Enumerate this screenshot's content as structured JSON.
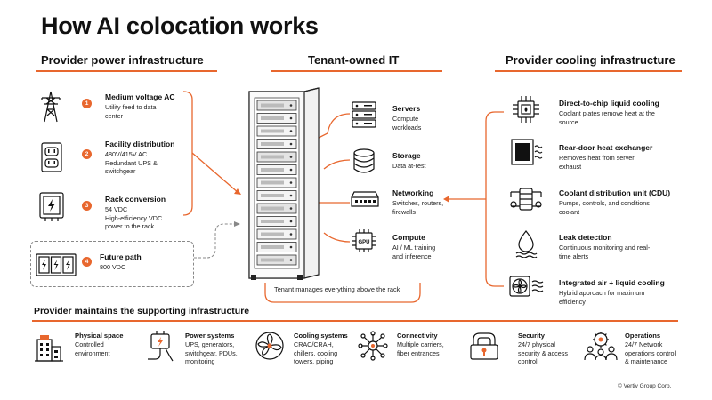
{
  "title": "How AI colocation works",
  "columns": {
    "power": "Provider power infrastructure",
    "tenant": "Tenant-owned IT",
    "cooling": "Provider cooling infrastructure"
  },
  "power_items": [
    {
      "num": "1",
      "title": "Medium voltage AC",
      "lines": [
        "Utility feed to data",
        "center"
      ],
      "icon": "transmission-tower-icon"
    },
    {
      "num": "2",
      "title": "Facility distribution",
      "lines": [
        "480V/415V AC",
        "Redundant UPS &",
        "switchgear"
      ],
      "icon": "power-outlet-icon"
    },
    {
      "num": "3",
      "title": "Rack conversion",
      "lines": [
        "54 VDC",
        "High-efficiency VDC",
        "power to the rack"
      ],
      "icon": "power-converter-icon"
    },
    {
      "num": "4",
      "title": "Future path",
      "lines": [
        "800 VDC"
      ],
      "icon": "power-shelf-icon"
    }
  ],
  "tenant_items": [
    {
      "title": "Servers",
      "lines": [
        "Compute",
        "workloads"
      ],
      "icon": "server-icon"
    },
    {
      "title": "Storage",
      "lines": [
        "Data at-rest"
      ],
      "icon": "storage-icon"
    },
    {
      "title": "Networking",
      "lines": [
        "Switches, routers,",
        "firewalls"
      ],
      "icon": "network-switch-icon"
    },
    {
      "title": "Compute",
      "lines": [
        "AI / ML training",
        "and inference"
      ],
      "icon": "gpu-chip-icon",
      "chip_label": "GPU"
    }
  ],
  "rack_caption": "Tenant manages everything above the rack",
  "cooling_items": [
    {
      "title": "Direct-to-chip liquid cooling",
      "lines": [
        "Coolant plates remove heat at the",
        "source"
      ],
      "icon": "chip-cooling-icon"
    },
    {
      "title": "Rear-door heat exchanger",
      "lines": [
        "Removes heat from server",
        "exhaust"
      ],
      "icon": "heat-exchanger-icon"
    },
    {
      "title": "Coolant distribution unit (CDU)",
      "lines": [
        "Pumps, controls, and conditions",
        "coolant"
      ],
      "icon": "cdu-icon"
    },
    {
      "title": "Leak detection",
      "lines": [
        "Continuous monitoring and real-",
        "time alerts"
      ],
      "icon": "water-drop-icon"
    },
    {
      "title": "Integrated air + liquid cooling",
      "lines": [
        "Hybrid approach for maximum",
        "efficiency"
      ],
      "icon": "fan-icon"
    }
  ],
  "support_heading": "Provider maintains the supporting infrastructure",
  "support_items": [
    {
      "title": "Physical space",
      "lines": [
        "Controlled",
        "environment"
      ],
      "icon": "building-icon"
    },
    {
      "title": "Power systems",
      "lines": [
        "UPS, generators,",
        "switchgear, PDUs,",
        "monitoring"
      ],
      "icon": "power-plug-icon"
    },
    {
      "title": "Cooling systems",
      "lines": [
        "CRAC/CRAH,",
        "chillers, cooling",
        "towers, piping"
      ],
      "icon": "cooling-fan-icon"
    },
    {
      "title": "Connectivity",
      "lines": [
        "Multiple carriers,",
        "fiber entrances"
      ],
      "icon": "network-hub-icon"
    },
    {
      "title": "Security",
      "lines": [
        "24/7 physical",
        "security & access",
        "control"
      ],
      "icon": "lock-icon"
    },
    {
      "title": "Operations",
      "lines": [
        "24/7 Network",
        "operations control",
        "& maintenance"
      ],
      "icon": "team-gear-icon"
    }
  ],
  "copyright": "© Vertiv Group Corp.",
  "colors": {
    "accent": "#e8672e",
    "text": "#111111",
    "dashed": "#888888"
  }
}
